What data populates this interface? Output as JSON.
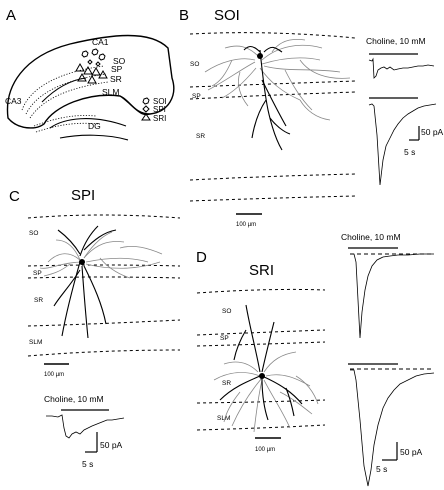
{
  "panels": {
    "A": {
      "letter": "A",
      "regions": {
        "ca1": "CA1",
        "ca3": "CA3",
        "dg": "DG",
        "so": "SO",
        "sp": "SP",
        "sr": "SR",
        "slm": "SLM"
      },
      "legend": [
        {
          "symbol": "hexagon",
          "label": "SOI"
        },
        {
          "symbol": "diamond",
          "label": "SPI"
        },
        {
          "symbol": "triangle",
          "label": "SRI"
        }
      ]
    },
    "B": {
      "letter": "B",
      "title": "SOI",
      "layers": {
        "so": "SO",
        "sp": "SP",
        "sr": "SR"
      },
      "scale_bar": "100 µm",
      "drug_label": "Choline, 10 mM",
      "current_scale": "50 pA",
      "time_scale": "5 s"
    },
    "C": {
      "letter": "C",
      "title": "SPI",
      "layers": {
        "so": "SO",
        "sp": "SP",
        "sr": "SR",
        "slm": "SLM"
      },
      "scale_bar": "100 µm",
      "drug_label": "Choline, 10 mM",
      "current_scale": "50 pA",
      "time_scale": "5 s"
    },
    "D": {
      "letter": "D",
      "title": "SRI",
      "layers": {
        "so": "SO",
        "sp": "SP",
        "sr": "SR",
        "slm": "SLM"
      },
      "scale_bar": "100 µm",
      "drug_label": "Choline, 10 mM",
      "current_scale": "50 pA",
      "time_scale": "5 s"
    }
  }
}
